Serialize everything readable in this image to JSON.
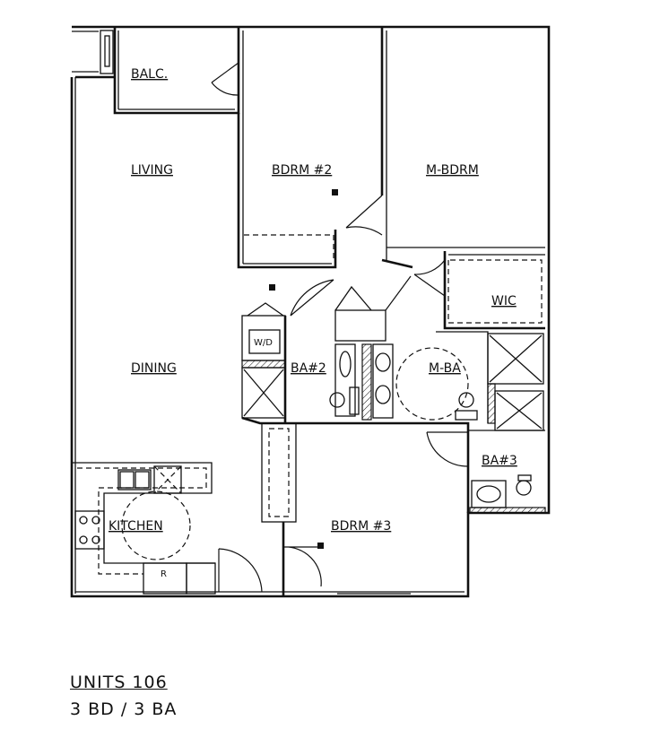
{
  "plan": {
    "rooms": {
      "balcony": "BALC.",
      "living": "LIVING",
      "bedroom2": "BDRM #2",
      "master_bedroom": "M-BDRM",
      "walk_in_closet": "WIC",
      "dining": "DINING",
      "bath2": "BA#2",
      "master_bath": "M-BA",
      "bath3": "BA#3",
      "kitchen": "KITCHEN",
      "bedroom3": "BDRM #3"
    },
    "fixtures": {
      "washer_dryer": "W/D",
      "refrigerator": "R"
    }
  },
  "caption": {
    "title": "UNITS 106",
    "subtitle": "3 BD / 3 BA"
  }
}
